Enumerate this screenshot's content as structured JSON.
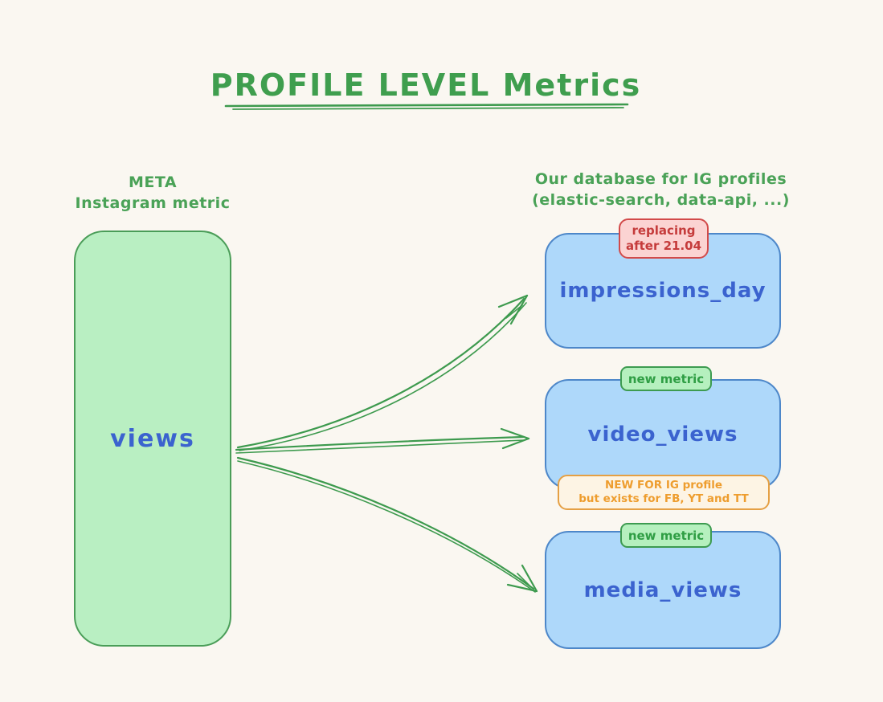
{
  "title": "PROFILE LEVEL Metrics",
  "headings": {
    "left": [
      "META",
      "Instagram metric"
    ],
    "right": [
      "Our database for IG profiles",
      "(elastic-search, data-api, ...)"
    ]
  },
  "nodes": {
    "source": {
      "label": "views"
    },
    "targets": [
      {
        "label": "impressions_day",
        "badge": {
          "kind": "replacing",
          "lines": [
            "replacing",
            "after 21.04"
          ]
        }
      },
      {
        "label": "video_views",
        "badge": {
          "kind": "new",
          "lines": [
            "new metric"
          ]
        },
        "note": [
          "NEW FOR IG profile",
          "but exists for FB, YT and TT"
        ]
      },
      {
        "label": "media_views",
        "badge": {
          "kind": "new",
          "lines": [
            "new metric"
          ]
        }
      }
    ]
  },
  "colors": {
    "background": "#faf7f1",
    "green_stroke": "#3d9a4e",
    "green_fill": "#b9efc2",
    "green_text": "#4aa257",
    "blue_fill": "#aed8fa",
    "blue_stroke": "#4d87c9",
    "blue_text": "#3b63cf",
    "red_badge_fill": "#fbd3d2",
    "red_badge_stroke": "#d24a4a",
    "red_badge_text": "#c53b3b",
    "new_badge_fill": "#b5f0be",
    "new_badge_stroke": "#3d9b50",
    "new_badge_text": "#2f9e44",
    "note_fill": "#fdf4e4",
    "note_stroke": "#e5a044",
    "note_text": "#ee9d2e"
  }
}
